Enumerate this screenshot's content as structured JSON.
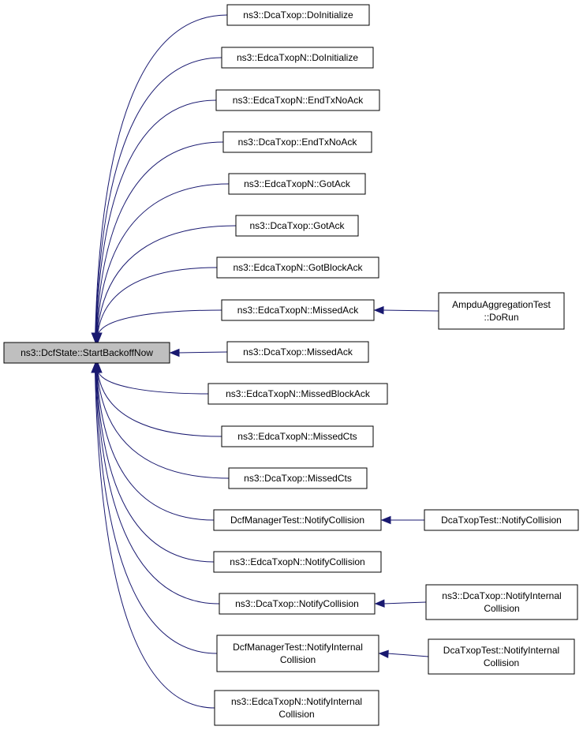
{
  "graph": {
    "edge_color": "#191970",
    "root_fill": "#bfbfbf",
    "root": {
      "id": "root",
      "label": [
        "ns3::DcfState::StartBackoffNow"
      ]
    },
    "callers": [
      {
        "id": "n1",
        "label": [
          "ns3::DcaTxop::DoInitialize"
        ]
      },
      {
        "id": "n2",
        "label": [
          "ns3::EdcaTxopN::DoInitialize"
        ]
      },
      {
        "id": "n3",
        "label": [
          "ns3::EdcaTxopN::EndTxNoAck"
        ]
      },
      {
        "id": "n4",
        "label": [
          "ns3::DcaTxop::EndTxNoAck"
        ]
      },
      {
        "id": "n5",
        "label": [
          "ns3::EdcaTxopN::GotAck"
        ]
      },
      {
        "id": "n6",
        "label": [
          "ns3::DcaTxop::GotAck"
        ]
      },
      {
        "id": "n7",
        "label": [
          "ns3::EdcaTxopN::GotBlockAck"
        ]
      },
      {
        "id": "n8",
        "label": [
          "ns3::EdcaTxopN::MissedAck"
        ]
      },
      {
        "id": "n9",
        "label": [
          "ns3::DcaTxop::MissedAck"
        ]
      },
      {
        "id": "n10",
        "label": [
          "ns3::EdcaTxopN::MissedBlockAck"
        ]
      },
      {
        "id": "n11",
        "label": [
          "ns3::EdcaTxopN::MissedCts"
        ]
      },
      {
        "id": "n12",
        "label": [
          "ns3::DcaTxop::MissedCts"
        ]
      },
      {
        "id": "n13",
        "label": [
          "DcfManagerTest::NotifyCollision"
        ]
      },
      {
        "id": "n14",
        "label": [
          "ns3::EdcaTxopN::NotifyCollision"
        ]
      },
      {
        "id": "n15",
        "label": [
          "ns3::DcaTxop::NotifyCollision"
        ]
      },
      {
        "id": "n16",
        "label": [
          "DcfManagerTest::NotifyInternal",
          "Collision"
        ]
      },
      {
        "id": "n17",
        "label": [
          "ns3::EdcaTxopN::NotifyInternal",
          "Collision"
        ]
      }
    ],
    "second_level": [
      {
        "id": "m8",
        "calls": "n8",
        "label": [
          "AmpduAggregationTest",
          "::DoRun"
        ]
      },
      {
        "id": "m13",
        "calls": "n13",
        "label": [
          "DcaTxopTest::NotifyCollision"
        ]
      },
      {
        "id": "m15",
        "calls": "n15",
        "label": [
          "ns3::DcaTxop::NotifyInternal",
          "Collision"
        ]
      },
      {
        "id": "m16",
        "calls": "n16",
        "label": [
          "DcaTxopTest::NotifyInternal",
          "Collision"
        ]
      }
    ]
  }
}
